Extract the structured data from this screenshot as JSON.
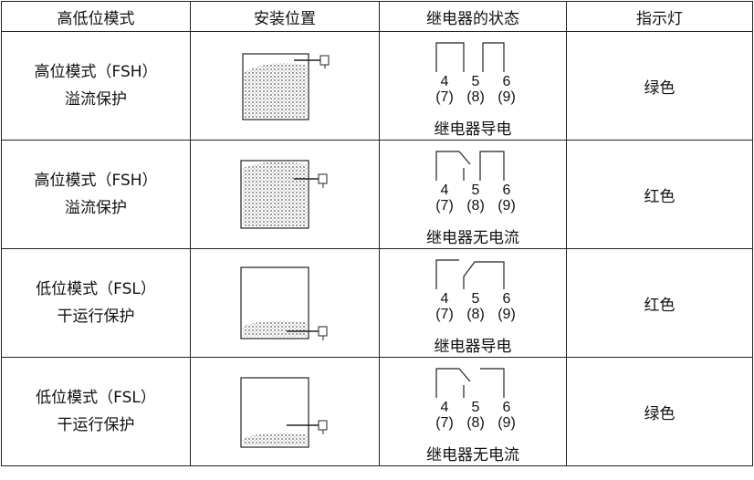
{
  "headers": [
    "高低位模式",
    "安装位置",
    "继电器的状态",
    "指示灯"
  ],
  "rows": [
    {
      "mode_line1": "高位模式（FSH）",
      "mode_line2": "溢流保护",
      "relay_state": "继电器导电",
      "light": "绿色"
    },
    {
      "mode_line1": "高位模式（FSH）",
      "mode_line2": "溢流保护",
      "relay_state": "继电器无电流",
      "light": "红色"
    },
    {
      "mode_line1": "低位模式（FSL）",
      "mode_line2": "干运行保护",
      "relay_state": "继电器导电",
      "light": "红色"
    },
    {
      "mode_line1": "低位模式（FSL）",
      "mode_line2": "干运行保护",
      "relay_state": "继电器无电流",
      "light": "绿色"
    }
  ],
  "pins": {
    "top": [
      "4",
      "5",
      "6"
    ],
    "bottom": [
      "(7)",
      "(8)",
      "(9)"
    ]
  }
}
